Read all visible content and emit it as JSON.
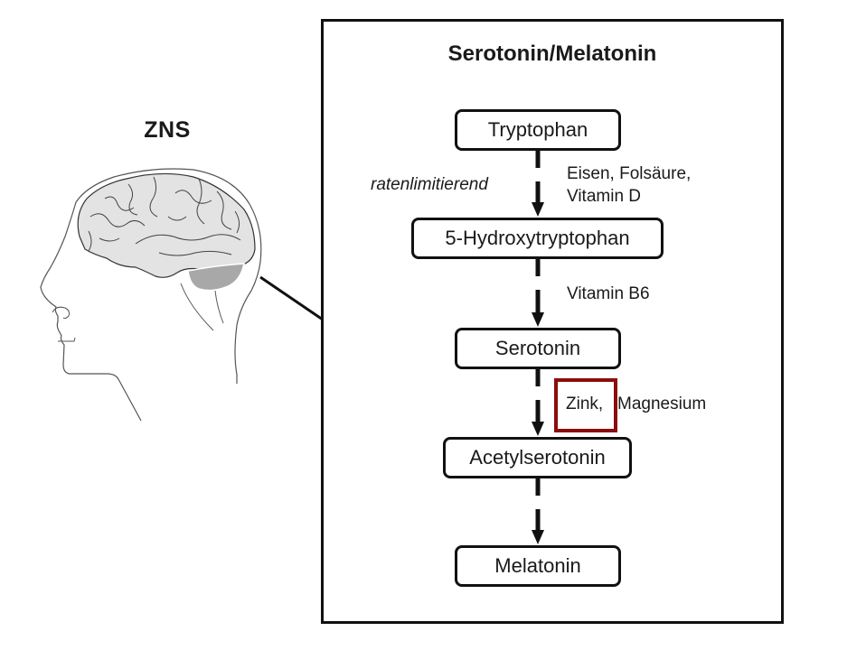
{
  "left_panel": {
    "title": "ZNS",
    "illustration": "head-profile-with-brain-icon"
  },
  "pathway": {
    "title": "Serotonin/Melatonin",
    "nodes": [
      {
        "label": "Tryptophan"
      },
      {
        "label": "5-Hydroxytryptophan"
      },
      {
        "label": "Serotonin"
      },
      {
        "label": "Acetylserotonin"
      },
      {
        "label": "Melatonin"
      }
    ],
    "steps": [
      {
        "left_note": "ratenlimitierend",
        "cofactors_line1": "Eisen, Folsäure,",
        "cofactors_line2": "Vitamin D"
      },
      {
        "cofactors_line1": "Vitamin B6"
      },
      {
        "cofactors_highlighted": "Zink,",
        "cofactors_rest": "Magnesium"
      },
      {}
    ]
  },
  "colors": {
    "highlight": "#8b0d0d",
    "brain_fill": "#e3e3e3",
    "cerebellum_fill": "#a8a8a8",
    "line": "#111111"
  }
}
